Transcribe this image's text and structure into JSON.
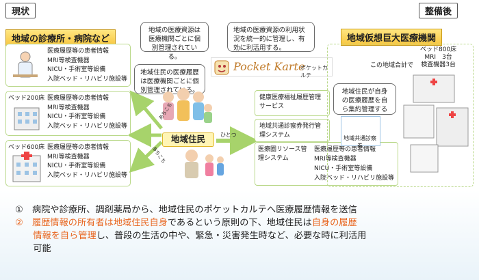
{
  "header": {
    "current_label": "現状",
    "after_label": "整備後",
    "left_band": "地域の診療所・病院など",
    "right_band": "地域仮想巨大医療機関"
  },
  "bubbles": {
    "top_left": "地域の医療資源は医療機関ごとに個別管理されている。",
    "mid_left": "地域住民の医療履歴は医療機関ごとに個別管理されている。",
    "top_right": "地域の医療資源の利用状況を統一的に管理し、有効に利活用する。",
    "right": "地域住民が自身の医療履歴を自ら集約管理する"
  },
  "clinics": [
    {
      "beds": "",
      "items": [
        "医療履歴等の患者情報",
        "MRI等検査機器",
        "NICU・手術室等設備",
        "入院ベッド・リハビリ施設等"
      ]
    },
    {
      "beds": "ベッド200床",
      "items": [
        "医療履歴等の患者情報",
        "MRI等検査機器",
        "NICU・手術室等設備",
        "入院ベッド・リハビリ施設等"
      ]
    },
    {
      "beds": "ベッド600床",
      "items": [
        "医療履歴等の患者情報",
        "MRI等検査機器",
        "NICU・手術室等設備",
        "入院ベッド・リハビリ施設等"
      ]
    }
  ],
  "pocket_karte": {
    "logo": "Pocket Karte",
    "kana": "ポケットカルテ"
  },
  "residents_label": "地域住民",
  "arrow_labels": {
    "hitotsu": "ひとつ",
    "arrow1": "あちこち",
    "arrow2": "あちこち"
  },
  "services": {
    "health": "健康医療福祉履歴管理サービス",
    "card": "地域共通診察券発行管理システム",
    "resource": "医療圏リソース管理システム",
    "resource_items": [
      "医療履歴等の患者情報",
      "MRI等検査機器",
      "NICU・手術室等設備",
      "入院ベッド・リハビリ施設等"
    ]
  },
  "right_info": {
    "combined": "この地域合計で",
    "stats": [
      "ベッド800床",
      "MRI　3台",
      "検査機器3台"
    ],
    "card_label": "地域共通診察券"
  },
  "footer": {
    "line1": "①　病院や診療所、調剤薬局から、地域住民のポケットカルテへ医療履歴情報を送信",
    "line2_parts": [
      {
        "text": "②　履歴情報の所有者は地域住民自身",
        "orange": true
      },
      {
        "text": "であるという原則の下、地域住民は",
        "orange": false
      },
      {
        "text": "自身の履歴",
        "orange": true
      }
    ],
    "line3_parts": [
      {
        "text": "　　情報を自ら管理",
        "orange": true
      },
      {
        "text": "し、普段の生活の中や、緊急・災害発生時など、必要な時に利活用",
        "orange": false
      }
    ],
    "line4": "　　可能"
  },
  "colors": {
    "orange": "#e8661f",
    "green_arrow": "#a7d36b",
    "band": "#f7c640",
    "box_border": "#b9d889"
  }
}
